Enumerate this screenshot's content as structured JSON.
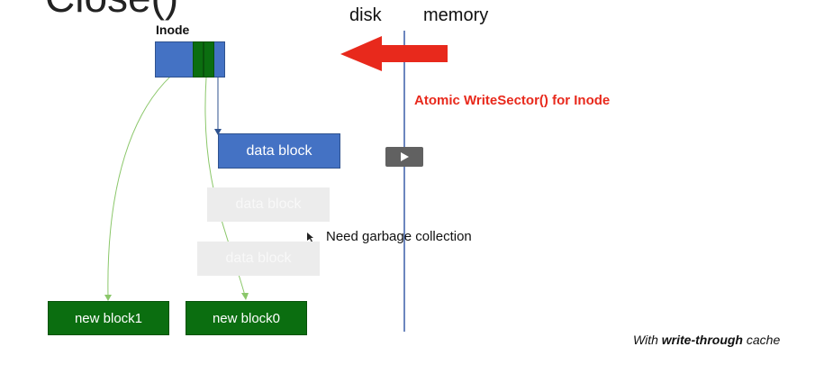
{
  "slide": {
    "title": "Close()",
    "disk_label": "disk",
    "memory_label": "memory",
    "inode_label": "Inode",
    "data_block_label": "data block",
    "ghost_block_1": "data block",
    "ghost_block_2": "data block",
    "new_block1": "new block1",
    "new_block0": "new block0",
    "atomic_note": "Atomic WriteSector() for Inode",
    "gc_note": "Need garbage collection",
    "footer_prefix": "With ",
    "footer_bold": "write-through",
    "footer_suffix": " cache"
  },
  "colors": {
    "inode_blue": "#4472c4",
    "pointer_green": "#0b6e10",
    "arrow_red": "#e8291c",
    "divider_blue": "#3b5fa8",
    "link_green": "#8bc76a"
  },
  "icons": {
    "play": "play-icon",
    "arrow": "left-arrow-icon",
    "cursor": "mouse-cursor-icon"
  }
}
